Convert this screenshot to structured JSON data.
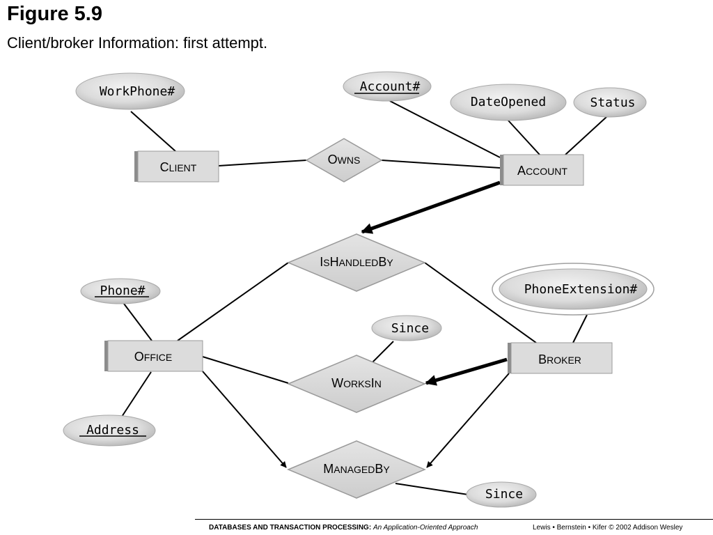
{
  "figure": {
    "title": "Figure 5.9",
    "subtitle": "Client/broker Information: first attempt."
  },
  "entities": {
    "client": {
      "cap1": "C",
      "rest": "LIENT"
    },
    "account": {
      "cap1": "A",
      "rest": "CCOUNT"
    },
    "office": {
      "cap1": "O",
      "rest": "FFICE"
    },
    "broker": {
      "cap1": "B",
      "rest": "ROKER"
    }
  },
  "relationships": {
    "owns": {
      "cap1": "O",
      "rest": "WNS"
    },
    "is_handled_by": {
      "cap1": "I",
      "p1": "S",
      "cap2": "H",
      "p2": "ANDLED",
      "cap3": "B",
      "p3": "Y"
    },
    "works_in": {
      "cap1": "W",
      "p1": "ORKS",
      "cap2": "I",
      "p2": "N"
    },
    "managed_by": {
      "cap1": "M",
      "p1": "ANAGED",
      "cap2": "B",
      "p2": "Y"
    }
  },
  "attributes": {
    "work_phone": "WorkPhone#",
    "account_no": "Account#",
    "date_opened": "DateOpened",
    "status": "Status",
    "phone": "Phone#",
    "phone_extension": "PhoneExtension#",
    "since_works_in": "Since",
    "address": "Address",
    "since_managed_by": "Since"
  },
  "footer": {
    "book_title": "DATABASES AND TRANSACTION PROCESSING:",
    "book_subtitle": "An Application-Oriented Approach",
    "credits": "Lewis • Bernstein • Kifer © 2002  Addison Wesley"
  },
  "colors": {
    "entity_fill": "#dcdcdc",
    "entity_shadow": "#8c8c8c",
    "shape_stroke": "#9a9a9a",
    "line": "#000000"
  }
}
